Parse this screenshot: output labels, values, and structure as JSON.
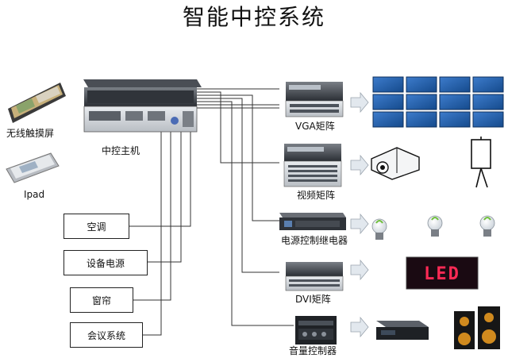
{
  "title": "智能中控系统",
  "labels": {
    "wireless_touch": "无线触摸屏",
    "ipad": "Ipad",
    "host": "中控主机",
    "vga": "VGA矩阵",
    "video": "视频矩阵",
    "relay": "电源控制继电器",
    "dvi": "DVI矩阵",
    "audio": "音量控制器"
  },
  "boxes": {
    "ac": "空调",
    "power": "设备电源",
    "curtain": "窗帘",
    "conference": "会议系统"
  },
  "led_text": "LED",
  "colors": {
    "line": "#333333",
    "arrow": "#dfe6ee",
    "videowall": "#1f5fa8",
    "led_red": "#ff2a55"
  }
}
